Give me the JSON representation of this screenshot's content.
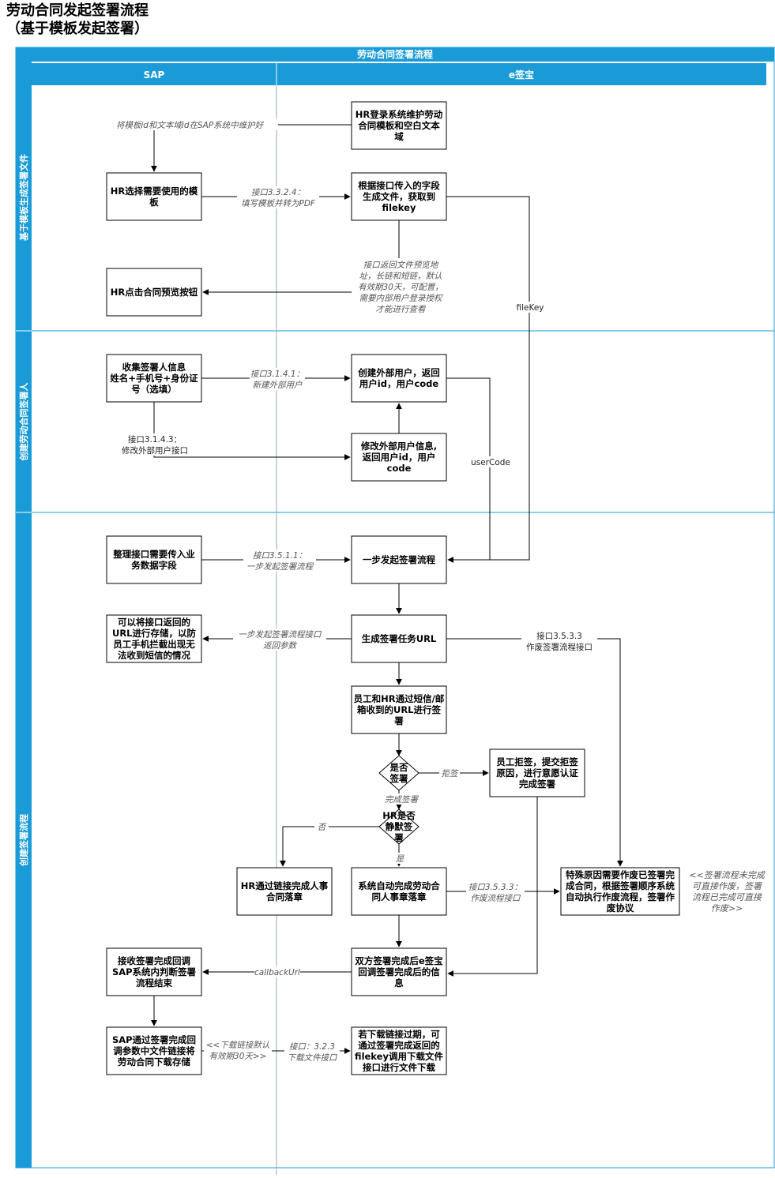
{
  "title": {
    "line1": "劳动合同发起签署流程",
    "line2": "（基于模板发起签署）"
  },
  "pool_title": "劳动合同签署流程",
  "columns": {
    "sap": "SAP",
    "esign": "e签宝"
  },
  "lanes": {
    "lane1": "基于模板生成签署文件",
    "lane2": "创建劳动合同签署人",
    "lane3": "创建签署流程"
  },
  "colors": {
    "header": "#1a9bd7",
    "border": "#1a9bd7",
    "divider": "#9aa9b3",
    "line": "#000000"
  },
  "boxes": {
    "b1": [
      "HR登录系统维护劳动",
      "合同模板和空白文本",
      "域"
    ],
    "b2": [
      "HR选择需要使用的模",
      "板"
    ],
    "b3": [
      "根据接口传入的字段",
      "生成文件，获取到",
      "filekey"
    ],
    "b4": [
      "HR点击合同预览按钮"
    ],
    "b5": [
      "收集签署人信息",
      "姓名+手机号+身份证",
      "号（选填）"
    ],
    "b6": [
      "创建外部用户，返回",
      "用户id，用户code"
    ],
    "b7": [
      "修改外部用户信息,",
      "返回用户id，用户",
      "code"
    ],
    "b8": [
      "整理接口需要传入业",
      "务数据字段"
    ],
    "b9": [
      "一步发起签署流程"
    ],
    "b10": [
      "可以将接口返回的",
      "URL进行存储，以防",
      "员工手机拦截出现无",
      "法收到短信的情况"
    ],
    "b11": [
      "生成签署任务URL"
    ],
    "b12": [
      "员工和HR通过短信/邮",
      "箱收到的URL进行签",
      "署"
    ],
    "b13": [
      "员工拒签，提交拒签",
      "原因，进行意愿认证",
      "完成签署"
    ],
    "b14": [
      "HR通过链接完成人事",
      "合同落章"
    ],
    "b15": [
      "系统自动完成劳动合",
      "同人事章落章"
    ],
    "b16": [
      "特殊原因需要作废已签署完",
      "成合同，根据签署顺序系统",
      "自动执行作废流程，签署作",
      "废协议"
    ],
    "b17": [
      "接收签署完成回调",
      "SAP系统内判断签署",
      "流程结束"
    ],
    "b18": [
      "双方签署完成后e签宝",
      "回调签署完成后的信",
      "息"
    ],
    "b19": [
      "SAP通过签署完成回",
      "调参数中文件链接将",
      "劳动合同下载存储"
    ],
    "b20": [
      "若下载链接过期，可",
      "通过签署完成返回的",
      "filekey调用下载文件",
      "接口进行文件下载"
    ]
  },
  "diamonds": {
    "d1": [
      "是否",
      "签署"
    ],
    "d2": [
      "HR是否",
      "静默签",
      "署"
    ]
  },
  "labels": {
    "l1": [
      "将模板id和文本域id在SAP系统中维护好"
    ],
    "l2": [
      "接口3.3.2.4：",
      "填写模板并转为PDF"
    ],
    "l3": [
      "接口返回文件预览地",
      "址，长链和短链，默认",
      "有效期30天，可配置，",
      "需要内部用户登录授权",
      "才能进行查看"
    ],
    "l4": [
      "fileKey"
    ],
    "l5": [
      "接口3.1.4.1：",
      "新建外部用户"
    ],
    "l6": [
      "接口3.1.4.3：",
      "修改外部用户接口"
    ],
    "l7": [
      "userCode"
    ],
    "l8": [
      "接口3.5.1.1：",
      "一步发起签署流程"
    ],
    "l9": [
      "一步发起签署流程接口",
      "返回参数"
    ],
    "l10": [
      "接口3.5.3.3",
      "作废签署流程接口"
    ],
    "l11": [
      "拒签"
    ],
    "l12": [
      "完成签署"
    ],
    "l13": [
      "否"
    ],
    "l14": [
      "是"
    ],
    "l15": [
      "接口3.5.3.3：",
      "作废流程接口"
    ],
    "l16": [
      "callbackUrl"
    ],
    "l17": [
      "<<下载链接默认",
      "有效期30天>>"
    ],
    "l18": [
      "接口：3.2.3",
      "下载文件接口"
    ],
    "l19": [
      "<<签署流程未完成",
      "可直接作废，签署",
      "流程已完成可直接",
      "作废>>"
    ]
  }
}
